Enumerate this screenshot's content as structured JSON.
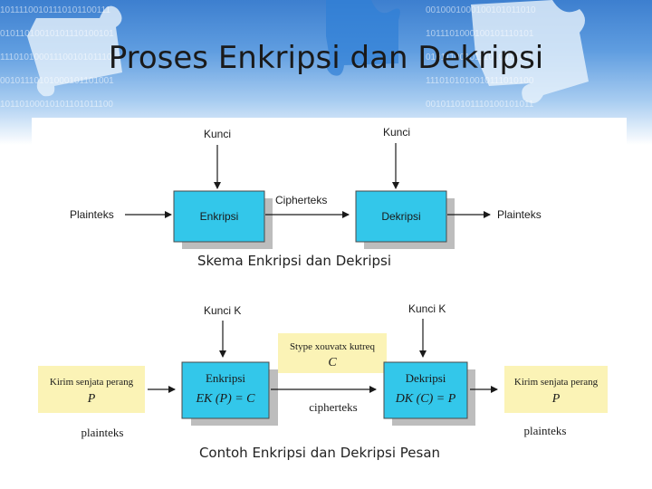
{
  "slide_title": "Proses Enkripsi dan Dekripsi",
  "colors": {
    "box_fill": "#33c7ea",
    "box_shadow": "#bdbdbd",
    "note_fill": "#fbf3b6",
    "text": "#1a1a1a"
  },
  "diagram1": {
    "key_left": "Kunci",
    "key_right": "Kunci",
    "input_label": "Plainteks",
    "encrypt_box": "Enkripsi",
    "middle_label": "Cipherteks",
    "decrypt_box": "Dekripsi",
    "output_label": "Plainteks",
    "caption": "Skema Enkripsi dan Dekripsi"
  },
  "diagram2": {
    "key_left": "Kunci K",
    "key_right": "Kunci K",
    "input_message": "Kirim senjata perang",
    "input_symbol": "P",
    "input_label": "plainteks",
    "encrypt_title": "Enkripsi",
    "encrypt_formula": "EK (P) = C",
    "cipher_message": "Stype xouvatx kutreq",
    "cipher_symbol": "C",
    "middle_label": "cipherteks",
    "decrypt_title": "Dekripsi",
    "decrypt_formula": "DK (C) = P",
    "output_message": "Kirim senjata perang",
    "output_symbol": "P",
    "output_label": "plainteks",
    "caption": "Contoh Enkripsi dan Dekripsi Pesan"
  }
}
